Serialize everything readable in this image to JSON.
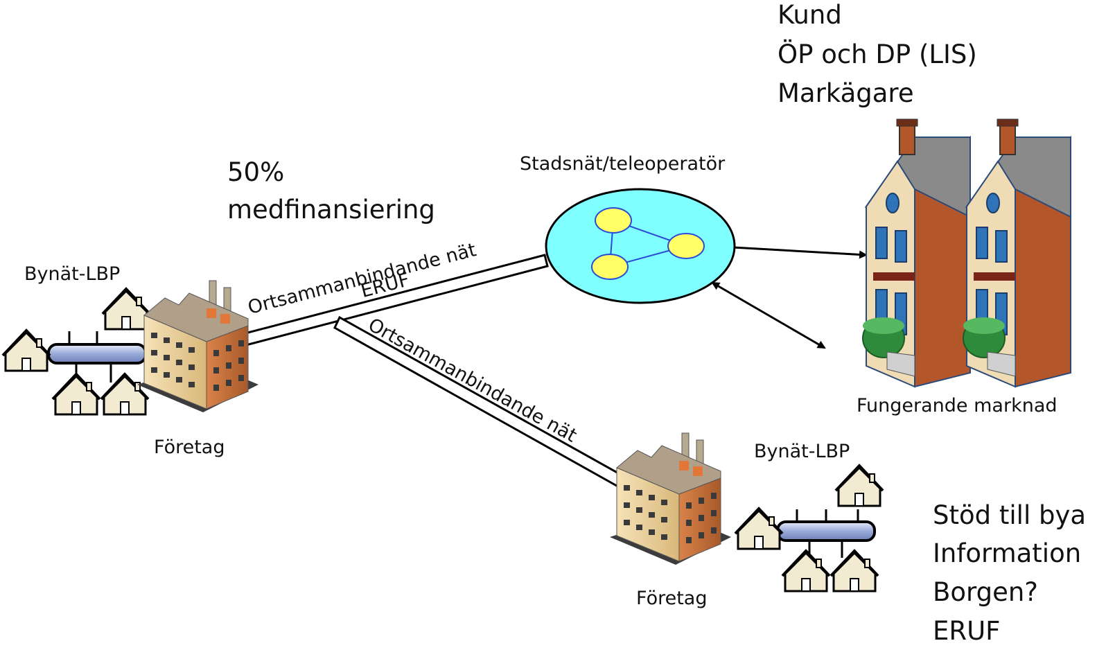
{
  "top_right_list": [
    "Kund",
    "ÖP och DP (LIS)",
    "Markägare"
  ],
  "cofinancing": {
    "line1": "50%",
    "line2": "medfinansiering"
  },
  "operator_label": "Stadsnät/teleoperatör",
  "upper_link": {
    "label": "Ortsammanbindande nät",
    "sublabel": "ERUF"
  },
  "lower_link": {
    "label": "Ortsammanbindande nät"
  },
  "left_village": {
    "village_label": "Bynät-LBP",
    "company_label": "Företag"
  },
  "right_village": {
    "village_label": "Bynät-LBP",
    "company_label": "Företag"
  },
  "market_label": "Fungerande marknad",
  "bottom_right_list": [
    "Stöd till bya",
    "Information",
    "Borgen?",
    "ERUF"
  ],
  "colors": {
    "cloud": "#7fffff",
    "node": "#ffff66",
    "pipe": "#aab8dd",
    "brick": "#c87137",
    "roof": "#7a7a7a"
  }
}
